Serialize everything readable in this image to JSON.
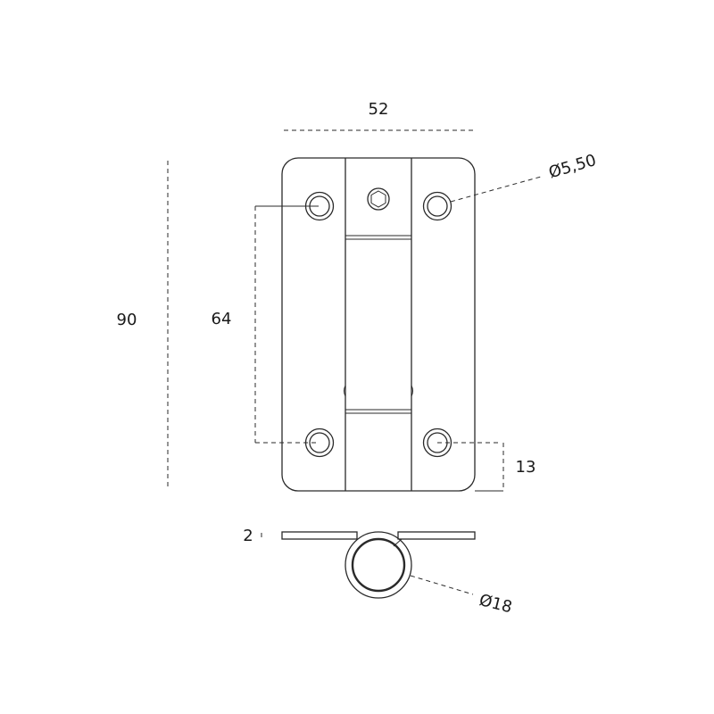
{
  "dimensions": {
    "width": "52",
    "height": "90",
    "hole_spacing": "64",
    "hole_diameter": "Ø5,50",
    "edge_offset": "13",
    "thickness": "2",
    "knuckle_diameter": "Ø18"
  },
  "colors": {
    "line": "#2a2a2a",
    "background": "#ffffff"
  }
}
